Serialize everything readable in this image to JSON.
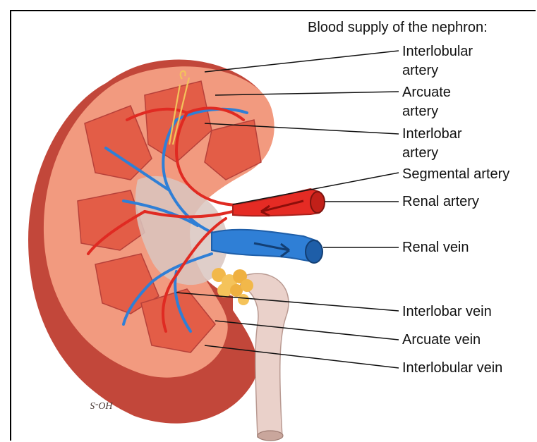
{
  "title": "Blood supply of the nephron:",
  "labels": {
    "interlobular_artery_1": "Interlobular",
    "interlobular_artery_2": "artery",
    "arcuate_artery_1": "Arcuate",
    "arcuate_artery_2": "artery",
    "interlobar_artery_1": "Interlobar",
    "interlobar_artery_2": "artery",
    "segmental_artery": "Segmental artery",
    "renal_artery": "Renal artery",
    "renal_vein": "Renal vein",
    "interlobar_vein": "Interlobar vein",
    "arcuate_vein": "Arcuate vein",
    "interlobular_vein": "Interlobular vein"
  },
  "signature": "HO-S",
  "colors": {
    "capsule": "#c94a3a",
    "cortex": "#f09a80",
    "pyramid": "#e2604a",
    "artery": "#e02a22",
    "vein": "#2f7fd6",
    "ureter": "#e8cfc8",
    "fat": "#f2b84a"
  }
}
